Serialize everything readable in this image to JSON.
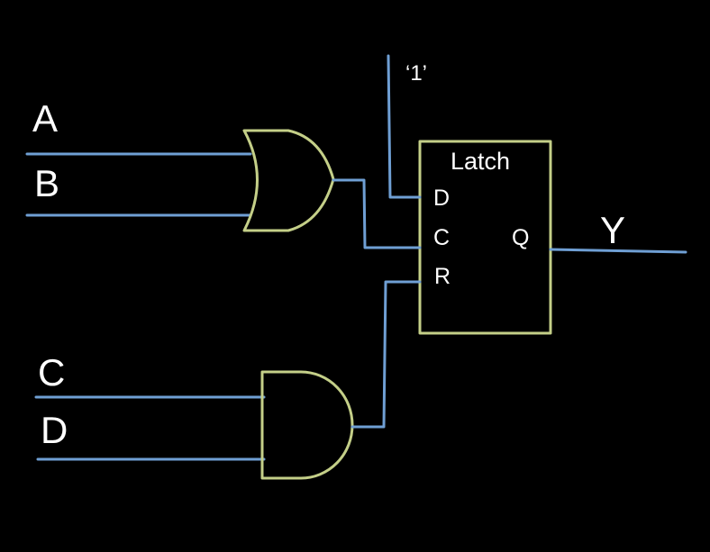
{
  "colors": {
    "background": "#000000",
    "wire": "#6f9fd4",
    "gate_outline": "#c4cf88",
    "latch_outline": "#c4cf88",
    "text": "#ffffff"
  },
  "inputs": {
    "a": "A",
    "b": "B",
    "c": "C",
    "d": "D"
  },
  "constant": "‘1’",
  "latch": {
    "title": "Latch",
    "pin_d": "D",
    "pin_c": "C",
    "pin_r": "R",
    "pin_q": "Q"
  },
  "output": "Y",
  "gates": {
    "or_gate": "or-gate-symbol",
    "and_gate": "and-gate-symbol"
  }
}
